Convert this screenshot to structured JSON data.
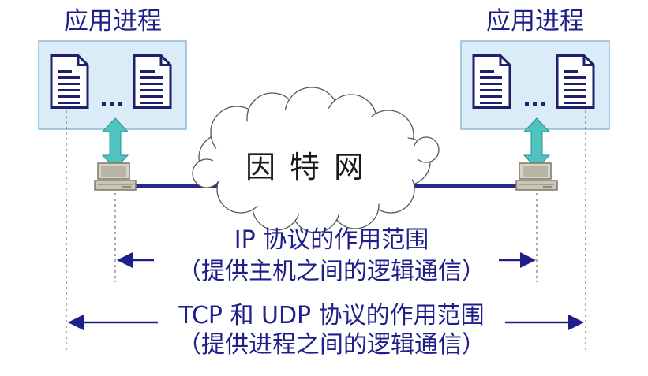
{
  "left_host": {
    "label": "应用进程"
  },
  "right_host": {
    "label": "应用进程"
  },
  "cloud": {
    "label": "因特网"
  },
  "ip_scope": {
    "line1": "IP 协议的作用范围",
    "line2": "（提供主机之间的逻辑通信）"
  },
  "tcp_udp_scope": {
    "line1": "TCP 和 UDP 协议的作用范围",
    "line2": "（提供进程之间的逻辑通信）"
  },
  "colors": {
    "text": "#1f1f8c",
    "process_box": "#d9ecf8",
    "process_box_border": "#8fb8d6",
    "link": "#2a2a8a",
    "double_arrow": "#4ec3c0"
  },
  "icons": [
    "document-icon",
    "ellipsis",
    "double-arrow",
    "computer-icon",
    "cloud"
  ]
}
